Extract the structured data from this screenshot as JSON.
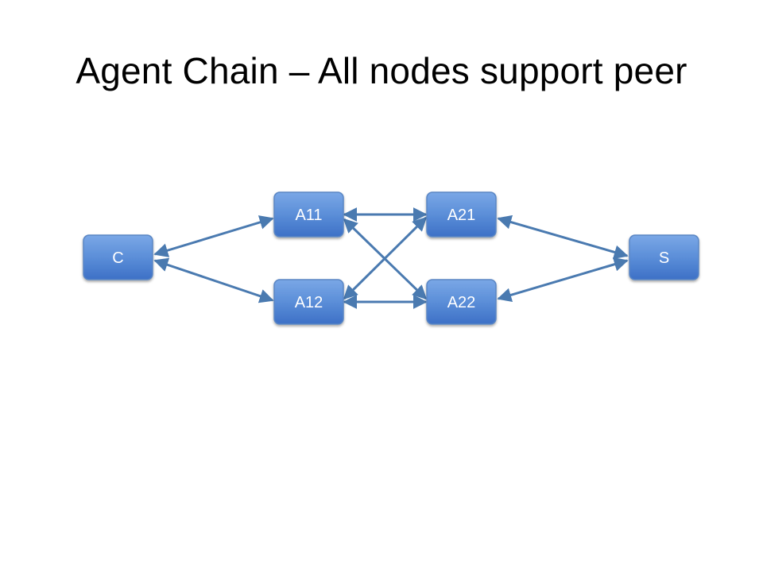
{
  "title": "Agent Chain – All nodes support peer",
  "nodes": {
    "c": "C",
    "a11": "A11",
    "a12": "A12",
    "a21": "A21",
    "a22": "A22",
    "s": "S"
  },
  "colors": {
    "node_fill_top": "#6f9ee0",
    "node_fill_bottom": "#3f73c8",
    "node_border": "#4a77b5",
    "edge": "#4a7ab0",
    "text": "#ffffff"
  }
}
